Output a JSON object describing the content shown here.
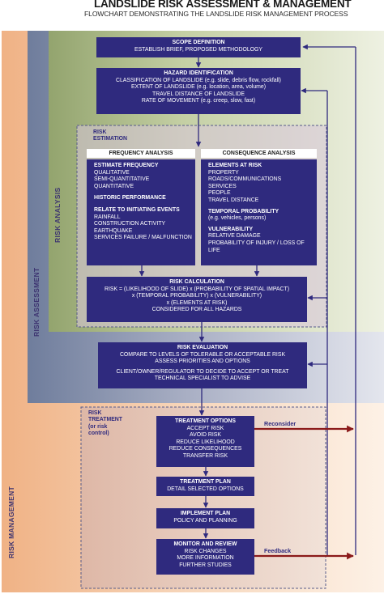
{
  "header": {
    "title": "LANDSLIDE RISK ASSESSMENT & MANAGEMENT",
    "subtitle": "FLOWCHART DEMONSTRATING THE LANDSLIDE RISK MANAGEMENT PROCESS"
  },
  "zones": {
    "risk_analysis": "RISK ANALYSIS",
    "risk_assessment": "RISK ASSESSMENT",
    "risk_management": "RISK MANAGEMENT"
  },
  "scope": {
    "title": "SCOPE DEFINITION",
    "lines": [
      "ESTABLISH BRIEF, PROPOSED METHODOLOGY"
    ]
  },
  "hazard": {
    "title": "HAZARD IDENTIFICATION",
    "lines": [
      "CLASSIFICATION OF LANDSLIDE (e.g. slide, debris flow, rockfall)",
      "EXTENT OF LANDSLIDE (e.g. location, area, volume)",
      "TRAVEL DISTANCE OF LANDSLIDE",
      "RATE OF MOVEMENT (e.g. creep, slow, fast)"
    ]
  },
  "estimation": {
    "label": [
      "RISK",
      "ESTIMATION"
    ],
    "frequency": {
      "header": "FREQUENCY ANALYSIS",
      "groups": [
        {
          "title": "ESTIMATE FREQUENCY",
          "items": [
            "QUALITATIVE",
            "SEMI-QUANTITATIVE",
            "QUANTITATIVE"
          ]
        },
        {
          "title": "HISTORIC PERFORMANCE",
          "items": []
        },
        {
          "title": "RELATE TO INITIATING EVENTS",
          "items": [
            "RAINFALL",
            "CONSTRUCTION ACTIVITY",
            "EARTHQUAKE",
            "SERVICES FAILURE / MALFUNCTION"
          ]
        }
      ]
    },
    "consequence": {
      "header": "CONSEQUENCE ANALYSIS",
      "groups": [
        {
          "title": "ELEMENTS AT RISK",
          "items": [
            "PROPERTY",
            "ROADS/COMMUNICATIONS",
            "SERVICES",
            "PEOPLE",
            "TRAVEL DISTANCE"
          ]
        },
        {
          "title": "TEMPORAL PROBABILITY",
          "items": [
            "(e.g. vehicles, persons)"
          ]
        },
        {
          "title": "VULNERABILITY",
          "items": [
            "RELATIVE DAMAGE",
            "PROBABILITY OF INJURY / LOSS OF LIFE"
          ]
        }
      ]
    },
    "calculation": {
      "title": "RISK CALCULATION",
      "lines": [
        "RISK = (LIKELIHOOD OF SLIDE) x (PROBABILITY OF SPATIAL IMPACT)",
        "x (TEMPORAL PROBABILITY) x (VULNERABILITY)",
        "x (ELEMENTS AT RISK)",
        "CONSIDERED FOR ALL HAZARDS"
      ]
    }
  },
  "evaluation": {
    "title": "RISK EVALUATION",
    "lines": [
      "COMPARE TO LEVELS OF TOLERABLE OR ACCEPTABLE RISK",
      "ASSESS PRIORITIES AND OPTIONS",
      "",
      "CLIENT/OWNER/REGULATOR TO DECIDE TO ACCEPT OR TREAT",
      "TECHNICAL SPECIALIST TO ADVISE"
    ]
  },
  "treatment": {
    "label": [
      "RISK",
      "TREATMENT",
      "(or risk",
      "control)"
    ],
    "options": {
      "title": "TREATMENT OPTIONS",
      "lines": [
        "ACCEPT RISK",
        "AVOID RISK",
        "REDUCE LIKELIHOOD",
        "REDUCE CONSEQUENCES",
        "TRANSFER RISK"
      ]
    },
    "plan": {
      "title": "TREATMENT PLAN",
      "lines": [
        "DETAIL SELECTED OPTIONS"
      ]
    },
    "implement": {
      "title": "IMPLEMENT PLAN",
      "lines": [
        "POLICY AND PLANNING"
      ]
    },
    "monitor": {
      "title": "MONITOR AND REVIEW",
      "lines": [
        "RISK CHANGES",
        "MORE INFORMATION",
        "FURTHER STUDIES"
      ]
    }
  },
  "feedback_labels": {
    "reconsider": "Reconsider",
    "feedback": "Feedback"
  },
  "colors": {
    "box": "#2f2a7e",
    "arrow": "#2f2a7e",
    "feedback_arrow": "#8b1a1a",
    "analysis_bg": "#a9b882",
    "management_bg": "#f2b98c"
  }
}
